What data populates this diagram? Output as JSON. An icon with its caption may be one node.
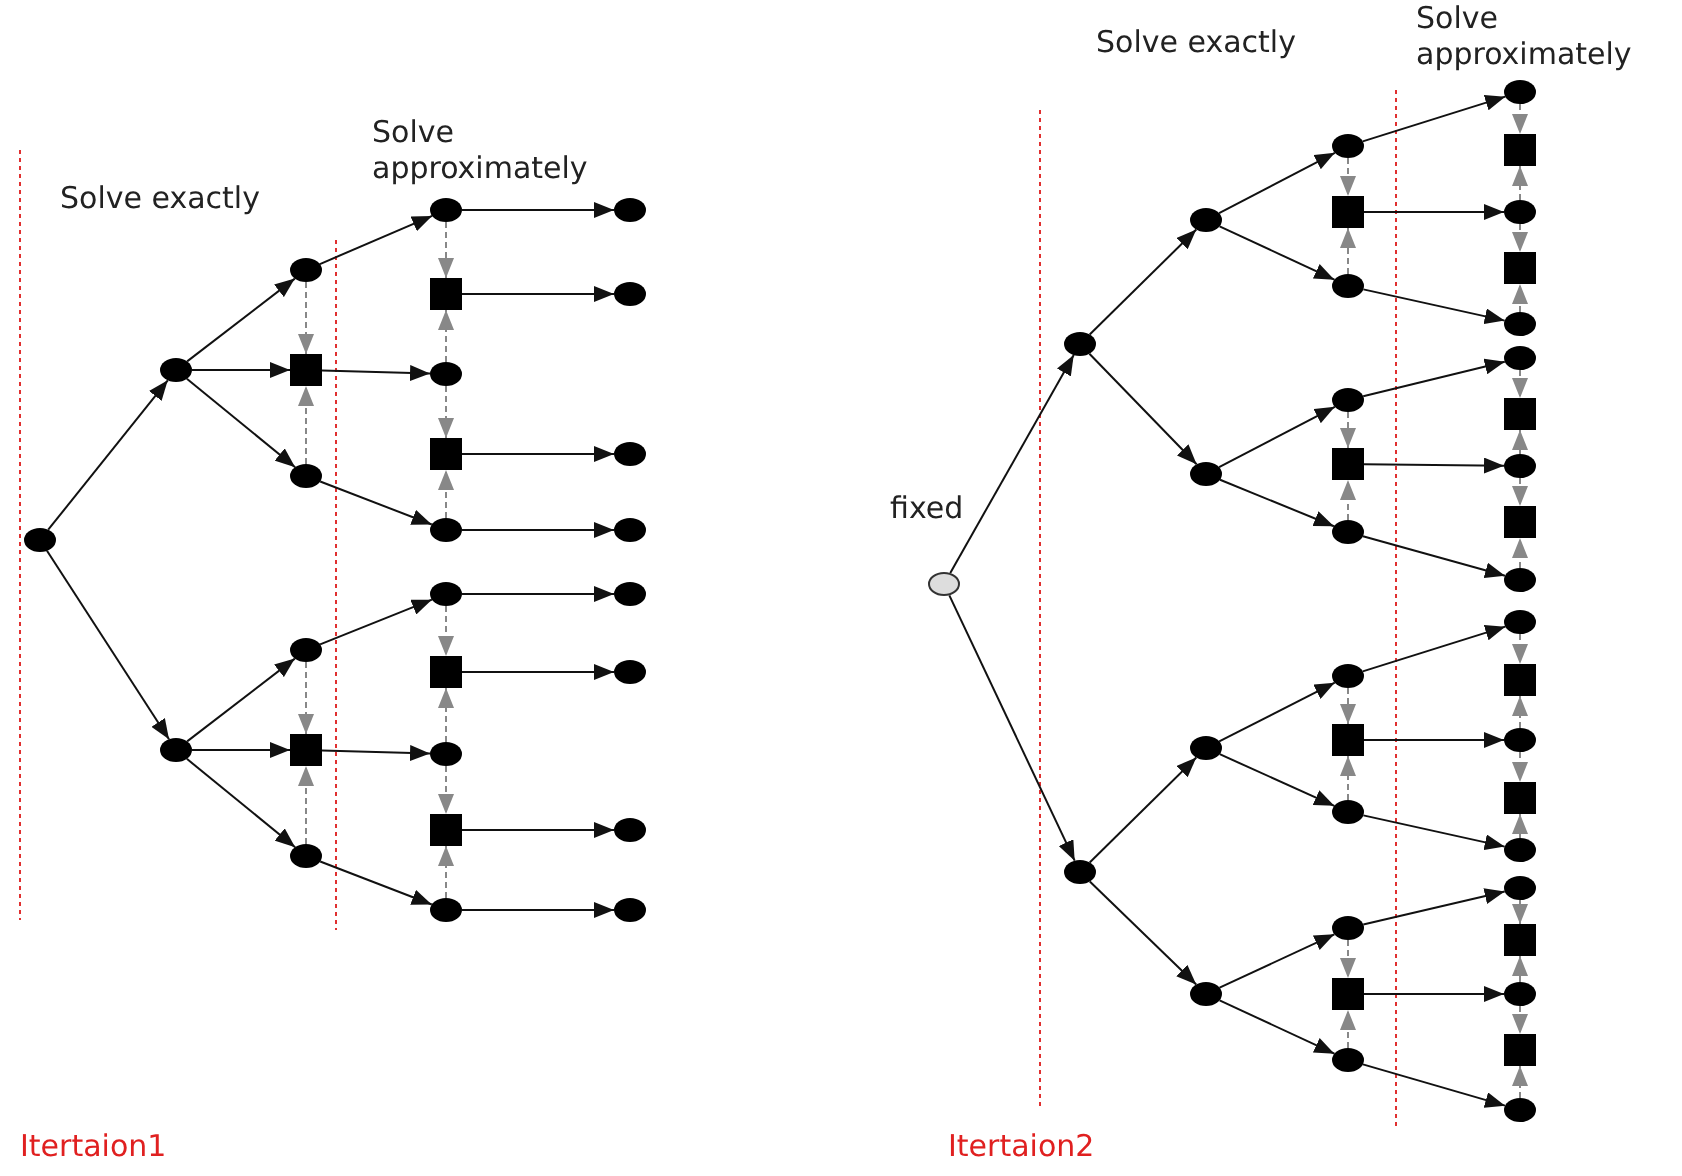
{
  "diagram": {
    "nodes": [
      {
        "text": [],
        "shape": "circle"
      },
      {
        "text": [],
        "shape": "circle"
      },
      {
        "text": [],
        "shape": "circle"
      },
      {
        "text": [],
        "shape": "circle"
      },
      {
        "text": [],
        "shape": "box"
      },
      {
        "text": [],
        "shape": "circle"
      },
      {
        "text": [],
        "shape": "circle"
      },
      {
        "text": [],
        "shape": "box"
      },
      {
        "text": [],
        "shape": "circle"
      },
      {
        "text": [],
        "shape": "circle"
      },
      {
        "text": [],
        "shape": "box"
      },
      {
        "text": [],
        "shape": "circle"
      },
      {
        "text": [],
        "shape": "box"
      },
      {
        "text": [],
        "shape": "circle"
      },
      {
        "text": [],
        "shape": "circle"
      },
      {
        "text": [],
        "shape": "box"
      },
      {
        "text": [],
        "shape": "circle"
      },
      {
        "text": [],
        "shape": "box"
      },
      {
        "text": [],
        "shape": "circle"
      },
      {
        "text": [],
        "shape": "circle"
      },
      {
        "text": [],
        "shape": "circle"
      },
      {
        "text": [],
        "shape": "circle"
      },
      {
        "text": [],
        "shape": "circle"
      },
      {
        "text": [],
        "shape": "circle"
      },
      {
        "text": [],
        "shape": "circle"
      },
      {
        "text": [],
        "shape": "circle"
      },
      {
        "text": [],
        "shape": "circle"
      },
      {
        "text": [],
        "shape": "circle",
        "beside": [
          "fixed"
        ]
      },
      {
        "text": [],
        "shape": "circle"
      },
      {
        "text": [],
        "shape": "circle"
      },
      {
        "text": [],
        "shape": "circle"
      },
      {
        "text": [],
        "shape": "circle"
      },
      {
        "text": [],
        "shape": "circle"
      },
      {
        "text": [],
        "shape": "circle"
      },
      {
        "text": [],
        "shape": "circle"
      },
      {
        "text": [],
        "shape": "box"
      },
      {
        "text": [],
        "shape": "circle"
      },
      {
        "text": [],
        "shape": "circle"
      },
      {
        "text": [],
        "shape": "box"
      },
      {
        "text": [],
        "shape": "circle"
      },
      {
        "text": [],
        "shape": "circle"
      },
      {
        "text": [],
        "shape": "box"
      },
      {
        "text": [],
        "shape": "circle"
      },
      {
        "text": [],
        "shape": "circle"
      },
      {
        "text": [],
        "shape": "box"
      },
      {
        "text": [],
        "shape": "circle"
      },
      {
        "text": [],
        "shape": "circle"
      },
      {
        "text": [],
        "shape": "box"
      },
      {
        "text": [],
        "shape": "circle"
      },
      {
        "text": [],
        "shape": "box"
      },
      {
        "text": [],
        "shape": "circle"
      },
      {
        "text": [],
        "shape": "circle"
      },
      {
        "text": [],
        "shape": "box"
      },
      {
        "text": [],
        "shape": "circle"
      },
      {
        "text": [],
        "shape": "box"
      },
      {
        "text": [],
        "shape": "circle"
      },
      {
        "text": [],
        "shape": "circle"
      },
      {
        "text": [],
        "shape": "box"
      },
      {
        "text": [],
        "shape": "circle"
      },
      {
        "text": [],
        "shape": "box"
      },
      {
        "text": [],
        "shape": "circle"
      },
      {
        "text": [],
        "shape": "circle"
      },
      {
        "text": [],
        "shape": "box"
      },
      {
        "text": [],
        "shape": "circle"
      },
      {
        "text": [],
        "shape": "box"
      },
      {
        "text": [],
        "shape": "circle"
      }
    ],
    "edges": [
      {
        "from": 0,
        "to": 1,
        "arrow": "to"
      },
      {
        "from": 0,
        "to": 2,
        "arrow": "to"
      },
      {
        "from": 1,
        "to": 3,
        "arrow": "to"
      },
      {
        "from": 1,
        "to": 4,
        "arrow": "to"
      },
      {
        "from": 1,
        "to": 5,
        "arrow": "to"
      },
      {
        "from": 2,
        "to": 6,
        "arrow": "to"
      },
      {
        "from": 2,
        "to": 7,
        "arrow": "to"
      },
      {
        "from": 2,
        "to": 8,
        "arrow": "to"
      },
      {
        "from": 3,
        "to": 4,
        "arrow": "to",
        "style": "dashed",
        "color": "#888888"
      },
      {
        "from": 5,
        "to": 4,
        "arrow": "to",
        "style": "dashed",
        "color": "#888888"
      },
      {
        "from": 6,
        "to": 7,
        "arrow": "to",
        "style": "dashed",
        "color": "#888888"
      },
      {
        "from": 8,
        "to": 7,
        "arrow": "to",
        "style": "dashed",
        "color": "#888888"
      },
      {
        "from": 3,
        "to": 9,
        "arrow": "to"
      },
      {
        "from": 4,
        "to": 11,
        "arrow": "to"
      },
      {
        "from": 5,
        "to": 13,
        "arrow": "to"
      },
      {
        "from": 6,
        "to": 14,
        "arrow": "to"
      },
      {
        "from": 7,
        "to": 16,
        "arrow": "to"
      },
      {
        "from": 8,
        "to": 18,
        "arrow": "to"
      },
      {
        "from": 9,
        "to": 10,
        "arrow": "to",
        "style": "dashed",
        "color": "#888888"
      },
      {
        "from": 11,
        "to": 10,
        "arrow": "to",
        "style": "dashed",
        "color": "#888888"
      },
      {
        "from": 11,
        "to": 12,
        "arrow": "to",
        "style": "dashed",
        "color": "#888888"
      },
      {
        "from": 13,
        "to": 12,
        "arrow": "to",
        "style": "dashed",
        "color": "#888888"
      },
      {
        "from": 14,
        "to": 15,
        "arrow": "to",
        "style": "dashed",
        "color": "#888888"
      },
      {
        "from": 16,
        "to": 15,
        "arrow": "to",
        "style": "dashed",
        "color": "#888888"
      },
      {
        "from": 16,
        "to": 17,
        "arrow": "to",
        "style": "dashed",
        "color": "#888888"
      },
      {
        "from": 18,
        "to": 17,
        "arrow": "to",
        "style": "dashed",
        "color": "#888888"
      },
      {
        "from": 9,
        "to": 19,
        "arrow": "to"
      },
      {
        "from": 10,
        "to": 20,
        "arrow": "to"
      },
      {
        "from": 12,
        "to": 21,
        "arrow": "to"
      },
      {
        "from": 13,
        "to": 22,
        "arrow": "to"
      },
      {
        "from": 14,
        "to": 23,
        "arrow": "to"
      },
      {
        "from": 15,
        "to": 24,
        "arrow": "to"
      },
      {
        "from": 17,
        "to": 25,
        "arrow": "to"
      },
      {
        "from": 18,
        "to": 26,
        "arrow": "to"
      },
      {
        "from": 27,
        "to": 28,
        "arrow": "to"
      },
      {
        "from": 27,
        "to": 29,
        "arrow": "to"
      },
      {
        "from": 28,
        "to": 30,
        "arrow": "to"
      },
      {
        "from": 28,
        "to": 31,
        "arrow": "to"
      },
      {
        "from": 29,
        "to": 32,
        "arrow": "to"
      },
      {
        "from": 29,
        "to": 33,
        "arrow": "to"
      },
      {
        "from": 30,
        "to": 34,
        "arrow": "to"
      },
      {
        "from": 30,
        "to": 36,
        "arrow": "to"
      },
      {
        "from": 31,
        "to": 37,
        "arrow": "to"
      },
      {
        "from": 31,
        "to": 39,
        "arrow": "to"
      },
      {
        "from": 32,
        "to": 40,
        "arrow": "to"
      },
      {
        "from": 32,
        "to": 42,
        "arrow": "to"
      },
      {
        "from": 33,
        "to": 43,
        "arrow": "to"
      },
      {
        "from": 33,
        "to": 45,
        "arrow": "to"
      },
      {
        "from": 34,
        "to": 35,
        "arrow": "to",
        "style": "dashed",
        "color": "#888888"
      },
      {
        "from": 36,
        "to": 35,
        "arrow": "to",
        "style": "dashed",
        "color": "#888888"
      },
      {
        "from": 37,
        "to": 38,
        "arrow": "to",
        "style": "dashed",
        "color": "#888888"
      },
      {
        "from": 39,
        "to": 38,
        "arrow": "to",
        "style": "dashed",
        "color": "#888888"
      },
      {
        "from": 40,
        "to": 41,
        "arrow": "to",
        "style": "dashed",
        "color": "#888888"
      },
      {
        "from": 42,
        "to": 41,
        "arrow": "to",
        "style": "dashed",
        "color": "#888888"
      },
      {
        "from": 43,
        "to": 44,
        "arrow": "to",
        "style": "dashed",
        "color": "#888888"
      },
      {
        "from": 45,
        "to": 44,
        "arrow": "to",
        "style": "dashed",
        "color": "#888888"
      },
      {
        "from": 34,
        "to": 46,
        "arrow": "to"
      },
      {
        "from": 35,
        "to": 48,
        "arrow": "to"
      },
      {
        "from": 36,
        "to": 50,
        "arrow": "to"
      },
      {
        "from": 37,
        "to": 51,
        "arrow": "to"
      },
      {
        "from": 38,
        "to": 53,
        "arrow": "to"
      },
      {
        "from": 39,
        "to": 55,
        "arrow": "to"
      },
      {
        "from": 40,
        "to": 56,
        "arrow": "to"
      },
      {
        "from": 41,
        "to": 58,
        "arrow": "to"
      },
      {
        "from": 42,
        "to": 60,
        "arrow": "to"
      },
      {
        "from": 43,
        "to": 61,
        "arrow": "to"
      },
      {
        "from": 44,
        "to": 63,
        "arrow": "to"
      },
      {
        "from": 45,
        "to": 65,
        "arrow": "to"
      },
      {
        "from": 46,
        "to": 47,
        "arrow": "to",
        "style": "dashed",
        "color": "#888888"
      },
      {
        "from": 48,
        "to": 47,
        "arrow": "to",
        "style": "dashed",
        "color": "#888888"
      },
      {
        "from": 48,
        "to": 49,
        "arrow": "to",
        "style": "dashed",
        "color": "#888888"
      },
      {
        "from": 50,
        "to": 49,
        "arrow": "to",
        "style": "dashed",
        "color": "#888888"
      },
      {
        "from": 51,
        "to": 52,
        "arrow": "to",
        "style": "dashed",
        "color": "#888888"
      },
      {
        "from": 53,
        "to": 52,
        "arrow": "to",
        "style": "dashed",
        "color": "#888888"
      },
      {
        "from": 53,
        "to": 54,
        "arrow": "to",
        "style": "dashed",
        "color": "#888888"
      },
      {
        "from": 55,
        "to": 54,
        "arrow": "to",
        "style": "dashed",
        "color": "#888888"
      },
      {
        "from": 56,
        "to": 57,
        "arrow": "to",
        "style": "dashed",
        "color": "#888888"
      },
      {
        "from": 58,
        "to": 57,
        "arrow": "to",
        "style": "dashed",
        "color": "#888888"
      },
      {
        "from": 58,
        "to": 59,
        "arrow": "to",
        "style": "dashed",
        "color": "#888888"
      },
      {
        "from": 60,
        "to": 59,
        "arrow": "to",
        "style": "dashed",
        "color": "#888888"
      },
      {
        "from": 61,
        "to": 62,
        "arrow": "to",
        "style": "dashed",
        "color": "#888888"
      },
      {
        "from": 63,
        "to": 62,
        "arrow": "to",
        "style": "dashed",
        "color": "#888888"
      },
      {
        "from": 63,
        "to": 64,
        "arrow": "to",
        "style": "dashed",
        "color": "#888888"
      },
      {
        "from": 65,
        "to": 64,
        "arrow": "to",
        "style": "dashed",
        "color": "#888888"
      }
    ],
    "labels": [
      "Solve exactly",
      "Solve approximately",
      "Solve exactly",
      "Solve approximately",
      "Itertaion1",
      "Itertaion2"
    ]
  }
}
